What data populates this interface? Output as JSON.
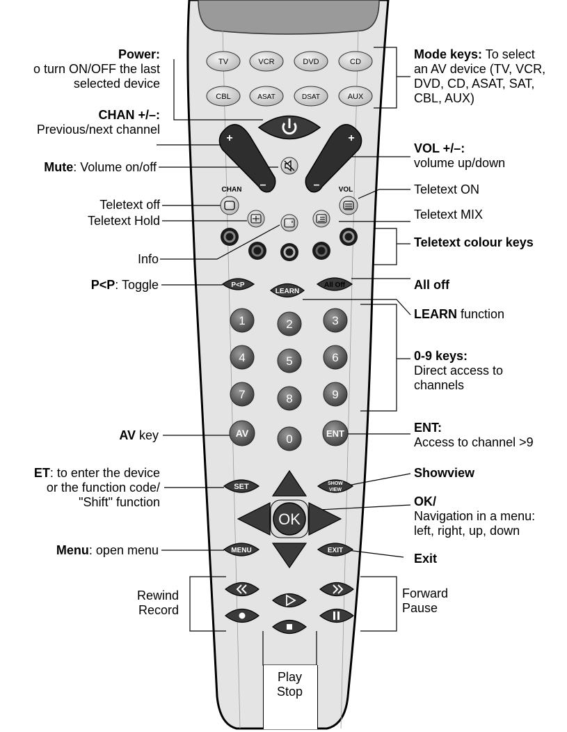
{
  "remote": {
    "mode_keys": [
      "TV",
      "VCR",
      "DVD",
      "CD",
      "CBL",
      "ASAT",
      "DSAT",
      "AUX"
    ],
    "chan_label": "CHAN",
    "vol_label": "VOL",
    "plus": "+",
    "minus": "–",
    "pp_key": "P<P",
    "learn_key": "LEARN",
    "alloff_key": "All Off",
    "digits": [
      "1",
      "2",
      "3",
      "4",
      "5",
      "6",
      "7",
      "8",
      "9",
      "0"
    ],
    "av_key": "AV",
    "ent_key": "ENT",
    "set_key": "SET",
    "showview_key_line1": "SHOW",
    "showview_key_line2": "VIEW",
    "ok_key": "OK",
    "menu_key": "MENU",
    "exit_key": "EXIT"
  },
  "labels": {
    "power_title": "Power:",
    "power_line1": "o turn ON/OFF the last",
    "power_line2": "selected device",
    "chan_title": "CHAN +/–:",
    "chan_line1": "Previous/next channel",
    "mute_title": "Mute",
    "mute_rest": ": Volume on/off",
    "teletext_off": "Teletext off",
    "teletext_hold": "Teletext Hold",
    "info": "Info",
    "pp_title": "P<P",
    "pp_rest": ": Toggle",
    "av_title": "AV",
    "av_rest": " key",
    "set_title": "ET",
    "set_rest": ": to enter the device",
    "set_line2": "or the function code/",
    "set_line3": "\"Shift\" function",
    "menu_title": "Menu",
    "menu_rest": ": open menu",
    "rewind": "Rewind",
    "record": "Record",
    "mode_title": "Mode keys:",
    "mode_rest": " To select",
    "mode_line2": "an AV device (TV, VCR,",
    "mode_line3": "DVD, CD, ASAT, SAT,",
    "mode_line4": "CBL, AUX)",
    "vol_title": "VOL +/–:",
    "vol_line1": "volume up/down",
    "teletext_on": "Teletext ON",
    "teletext_mix": "Teletext MIX",
    "colour_keys": "Teletext colour keys",
    "all_off": "All off",
    "learn_title": "LEARN",
    "learn_rest": " function",
    "digits_title": "0-9 keys:",
    "digits_line1": "Direct access to",
    "digits_line2": "channels",
    "ent_title": "ENT:",
    "ent_line1": "Access to channel >9",
    "showview": "Showview",
    "ok_title": "OK/",
    "ok_line1": "Navigation in a menu:",
    "ok_line2": "left, right, up, down",
    "exit": "Exit",
    "forward": "Forward",
    "pause": "Pause",
    "play": "Play",
    "stop": "Stop"
  }
}
